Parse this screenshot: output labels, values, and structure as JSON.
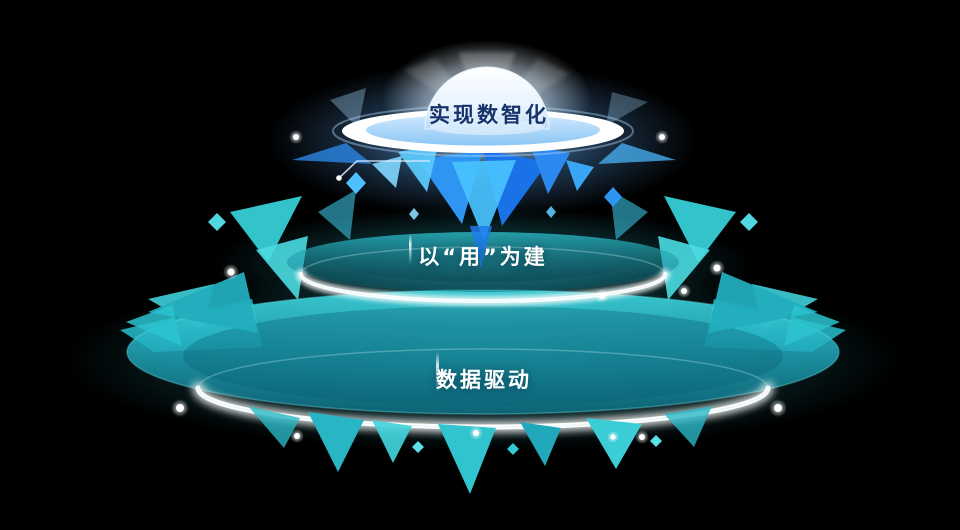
{
  "diagram": {
    "type": "layered-platform-pyramid",
    "background_color": "#000000",
    "tiers": [
      {
        "id": "top",
        "label": "实现数智化",
        "text_color": "#16346b",
        "accent_color": "#2e8df5"
      },
      {
        "id": "middle",
        "label": "以“用”为建",
        "text_color": "#ffffff",
        "accent_color": "#3bc9d3"
      },
      {
        "id": "bottom",
        "label": "数据驱动",
        "text_color": "#ffffff",
        "accent_color": "#2db5c3"
      }
    ],
    "colors": {
      "dome": "#eaf4ff",
      "ring": "#ffffff",
      "blue_fragments": "#1f7cea",
      "teal_fragments": "#35cdd6",
      "highlight_dots": "#ffffff"
    }
  }
}
